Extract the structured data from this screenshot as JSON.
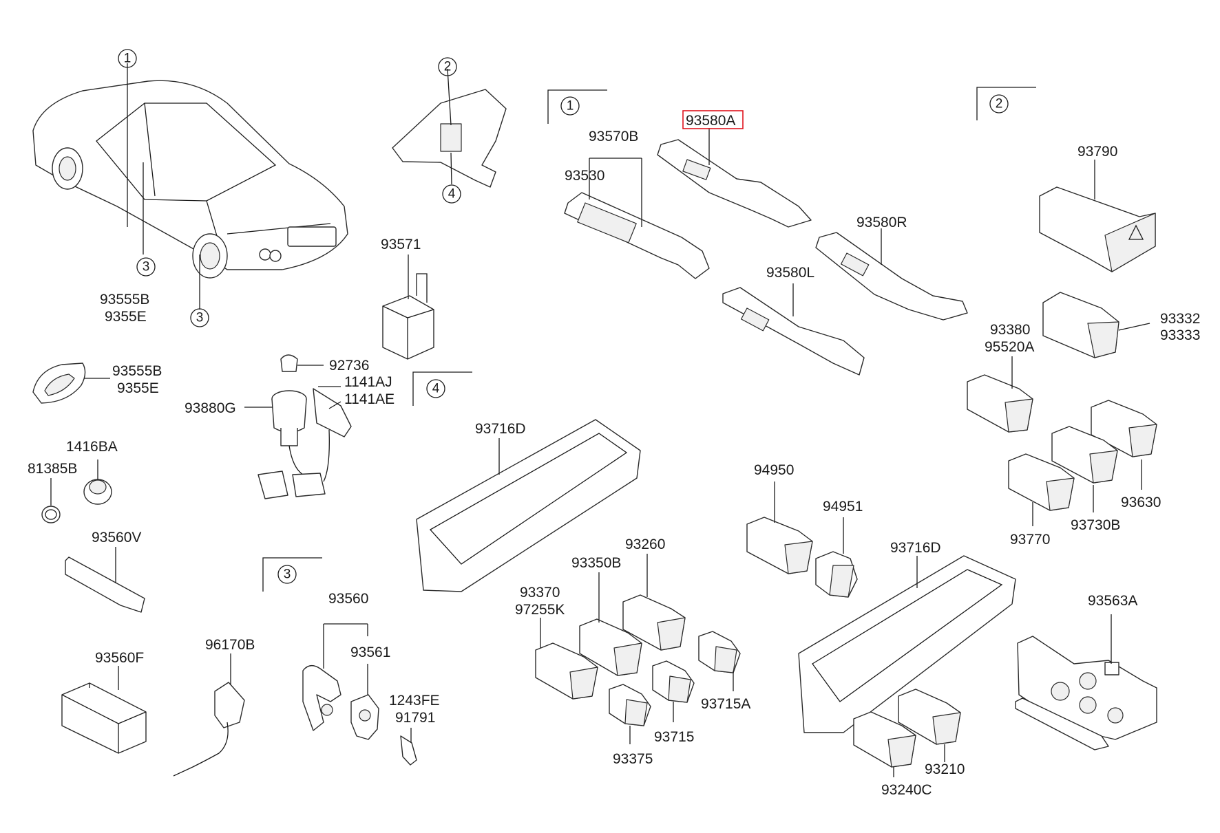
{
  "labels": {
    "l_93555b_a": "93555B",
    "l_9355e_a": "9355E",
    "l_93555b_b": "93555B",
    "l_9355e_b": "9355E",
    "l_1416ba": "1416BA",
    "l_81385b": "81385B",
    "l_93560v": "93560V",
    "l_93560f": "93560F",
    "l_96170b": "96170B",
    "l_93571": "93571",
    "l_92736": "92736",
    "l_1141aj": "1141AJ",
    "l_1141ae": "1141AE",
    "l_93880g": "93880G",
    "l_93560": "93560",
    "l_93561": "93561",
    "l_1243fe": "1243FE",
    "l_91791": "91791",
    "l_93716d_a": "93716D",
    "l_93716d_b": "93716D",
    "l_93570b": "93570B",
    "l_93530": "93530",
    "l_93580a": "93580A",
    "l_93580r": "93580R",
    "l_93580l": "93580L",
    "l_93790": "93790",
    "l_93332": "93332",
    "l_93333": "93333",
    "l_93380": "93380",
    "l_95520a": "95520A",
    "l_93630": "93630",
    "l_93730b": "93730B",
    "l_93770": "93770",
    "l_94950": "94950",
    "l_94951": "94951",
    "l_93260": "93260",
    "l_93350b": "93350B",
    "l_93370": "93370",
    "l_97255k": "97255K",
    "l_93715a": "93715A",
    "l_93715": "93715",
    "l_93375": "93375",
    "l_93563a": "93563A",
    "l_93210": "93210",
    "l_93240c": "93240C"
  },
  "callouts": {
    "c1_car": "1",
    "c3_car_a": "3",
    "c3_car_b": "3",
    "c2_dash": "2",
    "c4_dash": "4",
    "c1_section": "1",
    "c2_section": "2",
    "c3_section": "3",
    "c4_section": "4"
  },
  "highlight": {
    "part": "93580A",
    "color": "#e0141e"
  }
}
